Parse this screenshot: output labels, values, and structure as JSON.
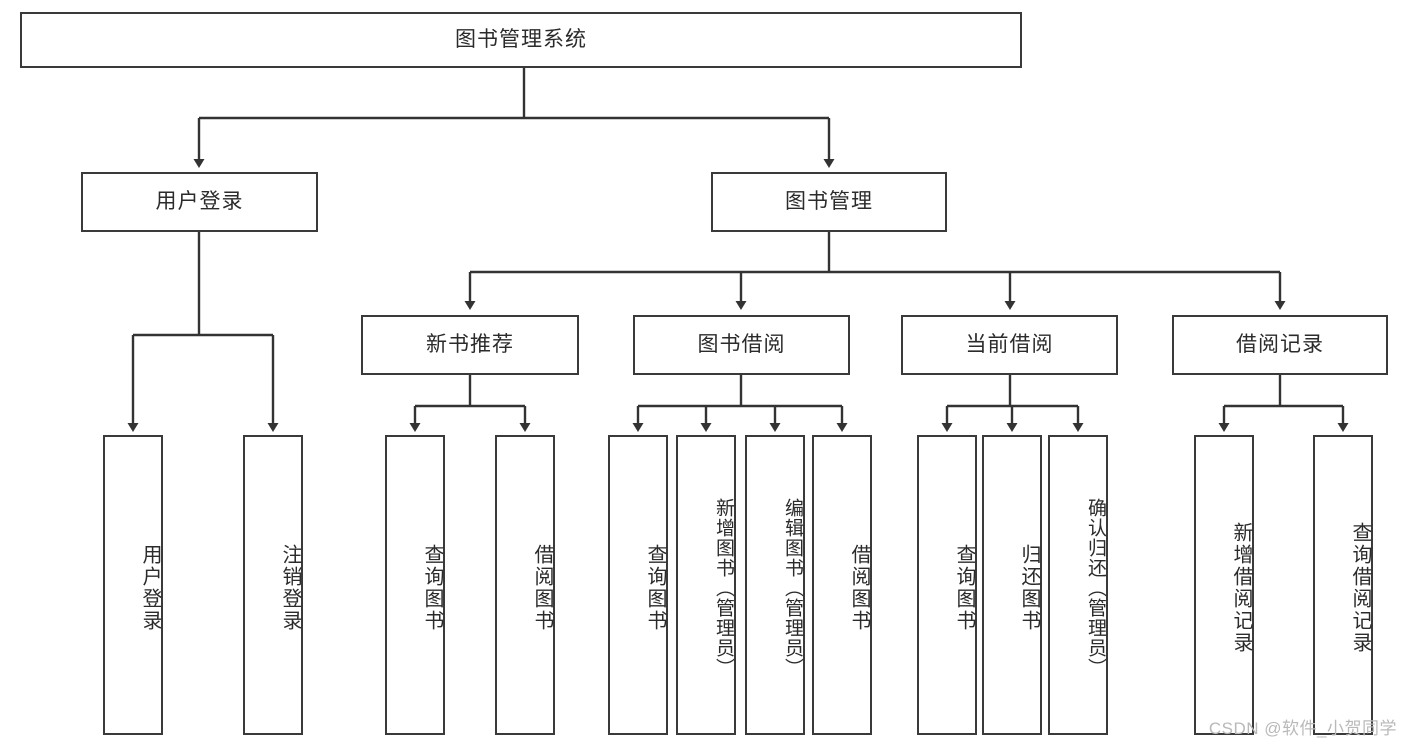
{
  "diagram": {
    "type": "tree-hierarchy",
    "title": "图书管理系统",
    "watermark": "CSDN @软件_小贺同学",
    "colors": {
      "node_border": "#3a3a3a",
      "node_fill": "#ffffff",
      "connector": "#333333",
      "text": "#2b2b2b",
      "watermark": "#b9b9b9",
      "background": "#ffffff"
    },
    "nodes": {
      "root": {
        "label": "图书管理系统"
      },
      "level2": [
        {
          "id": "user-login",
          "label": "用户登录"
        },
        {
          "id": "book-management",
          "label": "图书管理"
        }
      ],
      "level3": [
        {
          "id": "new-book-recommend",
          "label": "新书推荐"
        },
        {
          "id": "book-borrow",
          "label": "图书借阅"
        },
        {
          "id": "current-borrow",
          "label": "当前借阅"
        },
        {
          "id": "borrow-record",
          "label": "借阅记录"
        }
      ],
      "leaves": {
        "user-login": [
          {
            "id": "login",
            "label": "用户登录"
          },
          {
            "id": "logout",
            "label": "注销登录"
          }
        ],
        "new-book-recommend": [
          {
            "id": "query-book-1",
            "label": "查询图书"
          },
          {
            "id": "borrow-book-1",
            "label": "借阅图书"
          }
        ],
        "book-borrow": [
          {
            "id": "query-book-2",
            "label": "查询图书"
          },
          {
            "id": "add-book",
            "label": "新增图书（管理员）"
          },
          {
            "id": "edit-book",
            "label": "编辑图书（管理员）"
          },
          {
            "id": "borrow-book-2",
            "label": "借阅图书"
          }
        ],
        "current-borrow": [
          {
            "id": "query-book-3",
            "label": "查询图书"
          },
          {
            "id": "return-book",
            "label": "归还图书"
          },
          {
            "id": "confirm-return",
            "label": "确认归还（管理员）"
          }
        ],
        "borrow-record": [
          {
            "id": "add-borrow-record",
            "label": "新增借阅记录"
          },
          {
            "id": "query-borrow-record",
            "label": "查询借阅记录"
          }
        ]
      }
    }
  }
}
